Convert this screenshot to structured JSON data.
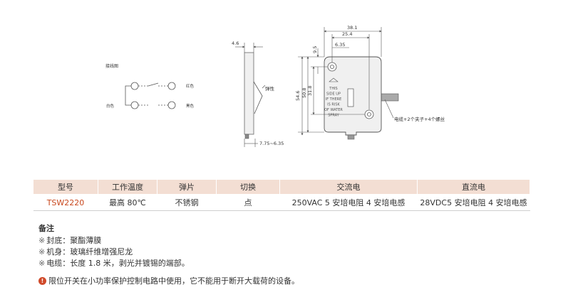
{
  "wiring": {
    "title": "接线图",
    "red": "红色",
    "white": "白色",
    "black": "黑色"
  },
  "side_view": {
    "dim_thickness": "4.6",
    "spring_label": "弹性",
    "dim_range": "7.75~6.35"
  },
  "front_view": {
    "dim_width_total": "38.1",
    "dim_width_holes": "25.4",
    "dim_edge": "6.35",
    "dim_top": "9.5",
    "dim_height_total": "54.6",
    "dim_height_body": "50.8",
    "dim_height_holes": "31.8",
    "cable_label": "电缆+2个夹子+4个螺丝",
    "label_lines": [
      "THIS",
      "SIDE UP",
      "IF THERE",
      "IS RISK",
      "OF WATER",
      "SPRAY"
    ]
  },
  "table": {
    "headers": [
      "型号",
      "工作温度",
      "弹片",
      "切换",
      "交流电",
      "直流电"
    ],
    "rows": [
      [
        "TSW2220",
        "最高 80℃",
        "不锈钢",
        "点",
        "250VAC  5 安培电阻  4 安培电感",
        "28VDC5 安培电阻  4 安培电感"
      ]
    ]
  },
  "notes": {
    "title": "备注",
    "mark": "※",
    "items": [
      "封底：聚酯薄膜",
      "机身：玻璃纤维增强尼龙",
      "电缆：长度 1.8 米，剥光并镀锡的端部。"
    ]
  },
  "warning": "限位开关在小功率保护控制电路中使用，它不能用于断开大载荷的设备。",
  "colors": {
    "accent": "#c8471d",
    "header_bg": "#f3ded3",
    "line": "#555555",
    "body_fill": "#f0f0f0"
  }
}
